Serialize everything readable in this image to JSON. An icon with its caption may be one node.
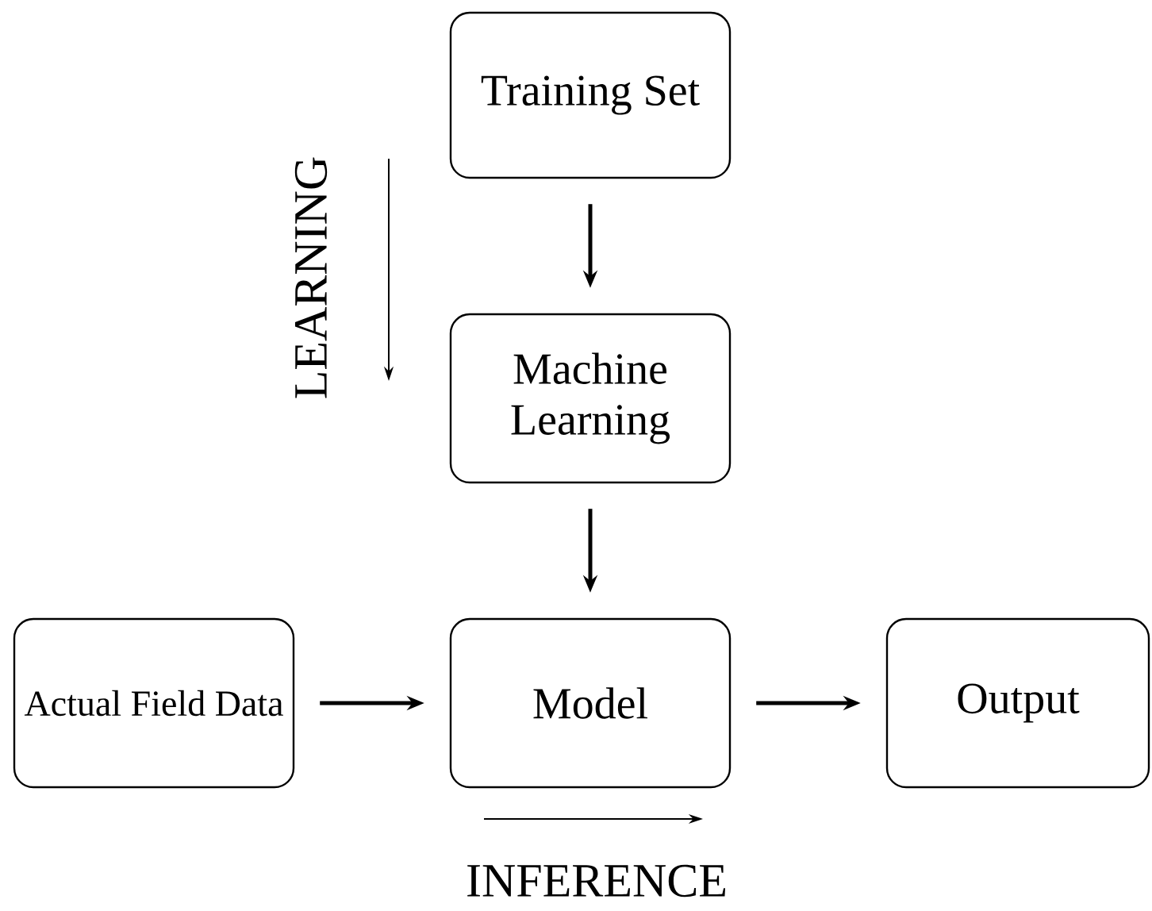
{
  "diagram": {
    "nodes": [
      {
        "text": [
          "Training Set"
        ]
      },
      {
        "text": [
          "Machine Learning"
        ]
      },
      {
        "text": [
          "Actual Field Data"
        ]
      },
      {
        "text": [
          "Model"
        ]
      },
      {
        "text": [
          "Output"
        ]
      }
    ],
    "edges": [
      {
        "from": 0,
        "to": 1,
        "arrow": "to"
      },
      {
        "from": 1,
        "to": 3,
        "arrow": "to"
      },
      {
        "from": 2,
        "to": 3,
        "arrow": "to"
      },
      {
        "from": 3,
        "to": 4,
        "arrow": "to"
      }
    ],
    "labels": [
      "LEARNING",
      "INFERENCE"
    ]
  }
}
